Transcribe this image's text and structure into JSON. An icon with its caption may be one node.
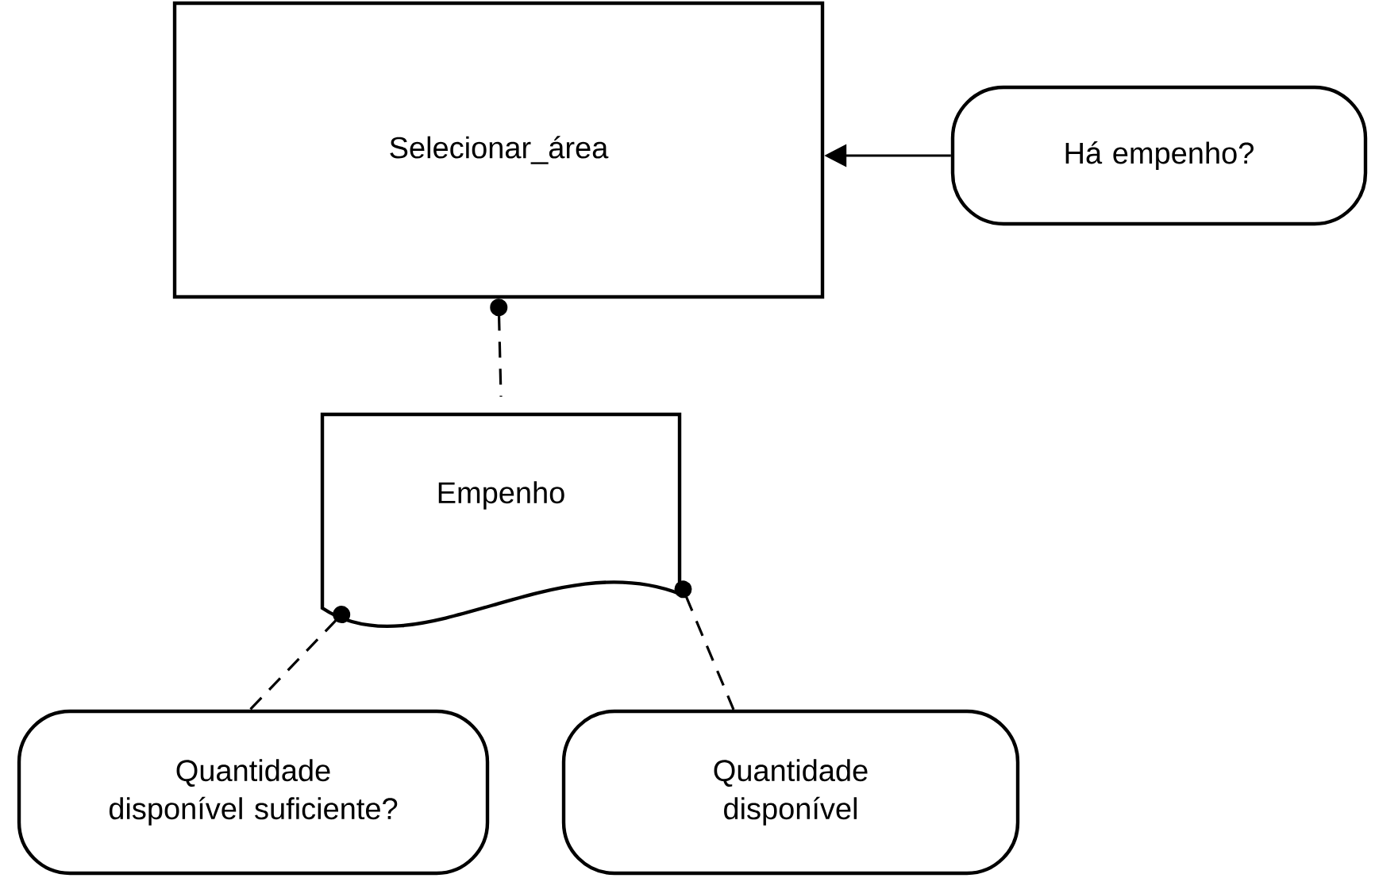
{
  "diagram": {
    "nodes": [
      {
        "text": [
          "Selecionar_área"
        ]
      },
      {
        "text": [
          "Há empenho?"
        ]
      },
      {
        "text": [
          "Empenho"
        ]
      },
      {
        "text": [
          "Quantidade disponível suficiente?"
        ]
      },
      {
        "text": [
          "Quantidade disponível"
        ]
      }
    ],
    "edges": [
      {
        "from": 1,
        "to": 0,
        "arrow": "to"
      },
      {
        "from": 0,
        "to": 2,
        "arrow": "other",
        "style": "dashed"
      },
      {
        "from": 2,
        "to": 3,
        "arrow": "other",
        "style": "dashed"
      },
      {
        "from": 2,
        "to": 4,
        "arrow": "other",
        "style": "dashed"
      }
    ]
  }
}
